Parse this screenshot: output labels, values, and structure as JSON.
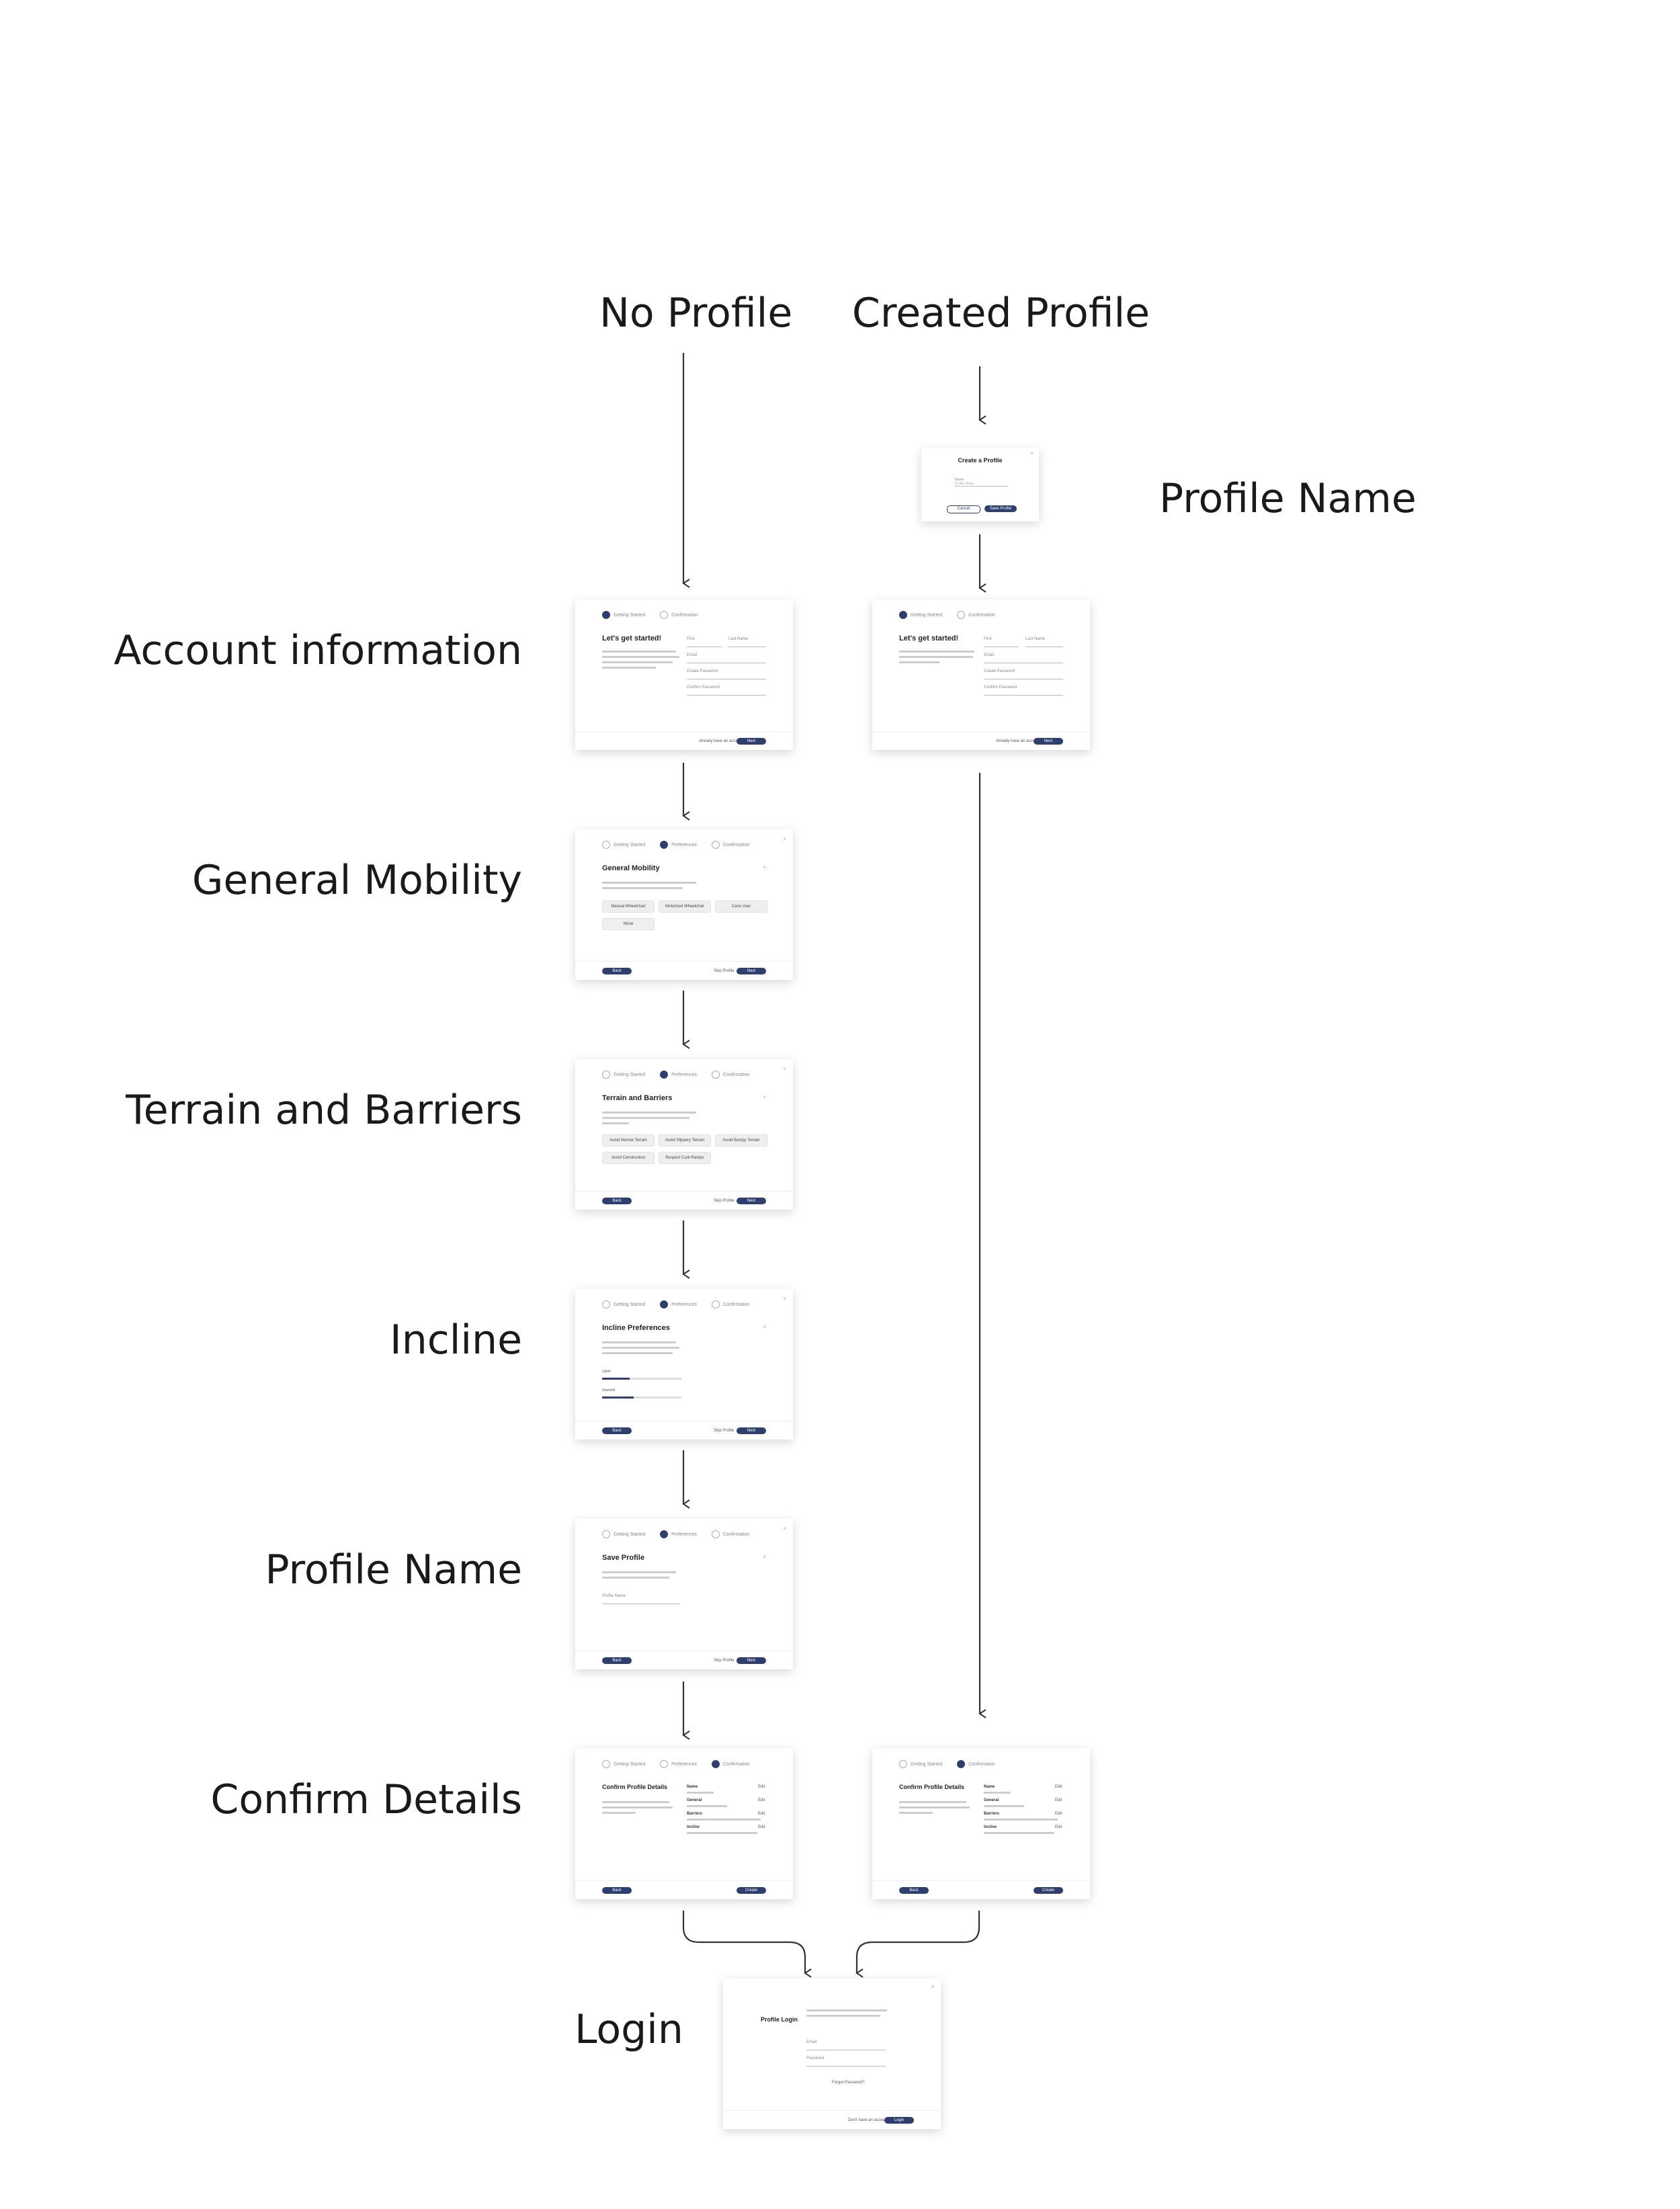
{
  "column_headers": {
    "no_profile": "No Profile",
    "created_profile": "Created Profile"
  },
  "row_labels": {
    "account_information": "Account information",
    "general_mobility": "General Mobility",
    "terrain_and_barriers": "Terrain and Barriers",
    "incline": "Incline",
    "profile_name": "Profile Name",
    "confirm_details": "Confirm Details",
    "login": "Login",
    "profile_name_side": "Profile Name"
  },
  "stepper": {
    "getting_started": "Getting Started",
    "preferences": "Preferences",
    "confirmation": "Confirmation"
  },
  "create_profile": {
    "title": "Create a Profile",
    "field_label": "Name",
    "field_value": "Profile Name",
    "cancel": "Cancel",
    "save": "Save Profile"
  },
  "account": {
    "title": "Let's get started!",
    "first_name": "First",
    "last_name": "Last Name",
    "email": "Email",
    "password": "Create Password",
    "confirm_password": "Confirm Password",
    "have_account": "Already have an account?",
    "next": "Next"
  },
  "mobility": {
    "title": "General Mobility",
    "options": [
      "Manual Wheelchair",
      "Motorized Wheelchair",
      "Cane User",
      "None"
    ],
    "back": "Back",
    "skip": "Skip Profile",
    "next": "Next"
  },
  "terrain": {
    "title": "Terrain and Barriers",
    "options": [
      "Avoid Narrow Terrain",
      "Avoid Slippery Terrain",
      "Avoid Bumpy Terrain",
      "Avoid Construction",
      "Respect Curb Ramps"
    ],
    "back": "Back",
    "skip": "Skip Profile",
    "next": "Next"
  },
  "incline": {
    "title": "Incline Preferences",
    "uphill": "Uphill",
    "downhill": "Downhill",
    "uphill_value": 0.35,
    "downhill_value": 0.4,
    "back": "Back",
    "skip": "Skip Profile",
    "next": "Next"
  },
  "save_profile": {
    "title": "Save Profile",
    "field_label": "Profile Name",
    "back": "Back",
    "skip": "Skip Profile",
    "next": "Next"
  },
  "confirm": {
    "title": "Confirm Profile Details",
    "name": "Name",
    "general": "General",
    "barriers": "Barriers",
    "incline": "Incline",
    "edit": "Edit",
    "back": "Back",
    "create": "Create"
  },
  "login": {
    "title": "Profile Login",
    "email": "Email",
    "password": "Password",
    "forgot": "Forgot Password?",
    "no_account": "Don't have an account?",
    "login_btn": "Login"
  },
  "colors": {
    "primary": "#2e3f6e",
    "text": "#1a1a1a",
    "arrow": "#333333"
  }
}
